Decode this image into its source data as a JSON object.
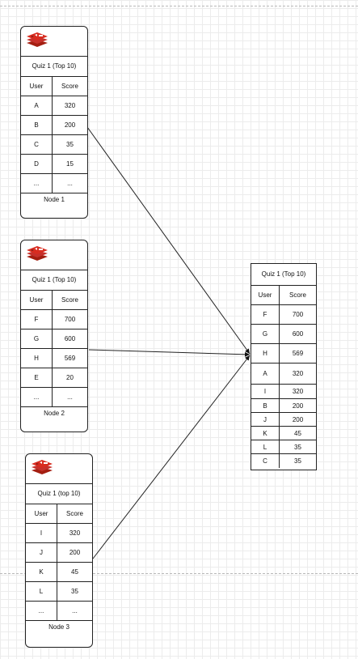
{
  "nodes": [
    {
      "title": "Quiz 1 (Top 10)",
      "header": {
        "user": "User",
        "score": "Score"
      },
      "rows": [
        [
          "A",
          "320"
        ],
        [
          "B",
          "200"
        ],
        [
          "C",
          "35"
        ],
        [
          "D",
          "15"
        ],
        [
          "...",
          "..."
        ]
      ],
      "label": "Node 1",
      "icon": "redis-icon"
    },
    {
      "title": "Quiz 1 (Top 10)",
      "header": {
        "user": "User",
        "score": "Score"
      },
      "rows": [
        [
          "F",
          "700"
        ],
        [
          "G",
          "600"
        ],
        [
          "H",
          "569"
        ],
        [
          "E",
          "20"
        ],
        [
          "...",
          "..."
        ]
      ],
      "label": "Node 2",
      "icon": "redis-icon"
    },
    {
      "title": "Quiz 1 (top 10)",
      "header": {
        "user": "User",
        "score": "Score"
      },
      "rows": [
        [
          "I",
          "320"
        ],
        [
          "J",
          "200"
        ],
        [
          "K",
          "45"
        ],
        [
          "L",
          "35"
        ],
        [
          "...",
          "..."
        ]
      ],
      "label": "Node 3",
      "icon": "redis-icon"
    }
  ],
  "result": {
    "title": "Quiz 1 (Top 10)",
    "header": {
      "user": "User",
      "score": "Score"
    },
    "rows": [
      [
        "F",
        "700"
      ],
      [
        "G",
        "600"
      ],
      [
        "H",
        "569"
      ],
      [
        "A",
        "320"
      ],
      [
        "I",
        "320"
      ],
      [
        "B",
        "200"
      ],
      [
        "J",
        "200"
      ],
      [
        "K",
        "45"
      ],
      [
        "L",
        "35"
      ],
      [
        "C",
        "35"
      ]
    ]
  },
  "colors": {
    "redis_red": "#d82c20",
    "line": "#222222"
  }
}
